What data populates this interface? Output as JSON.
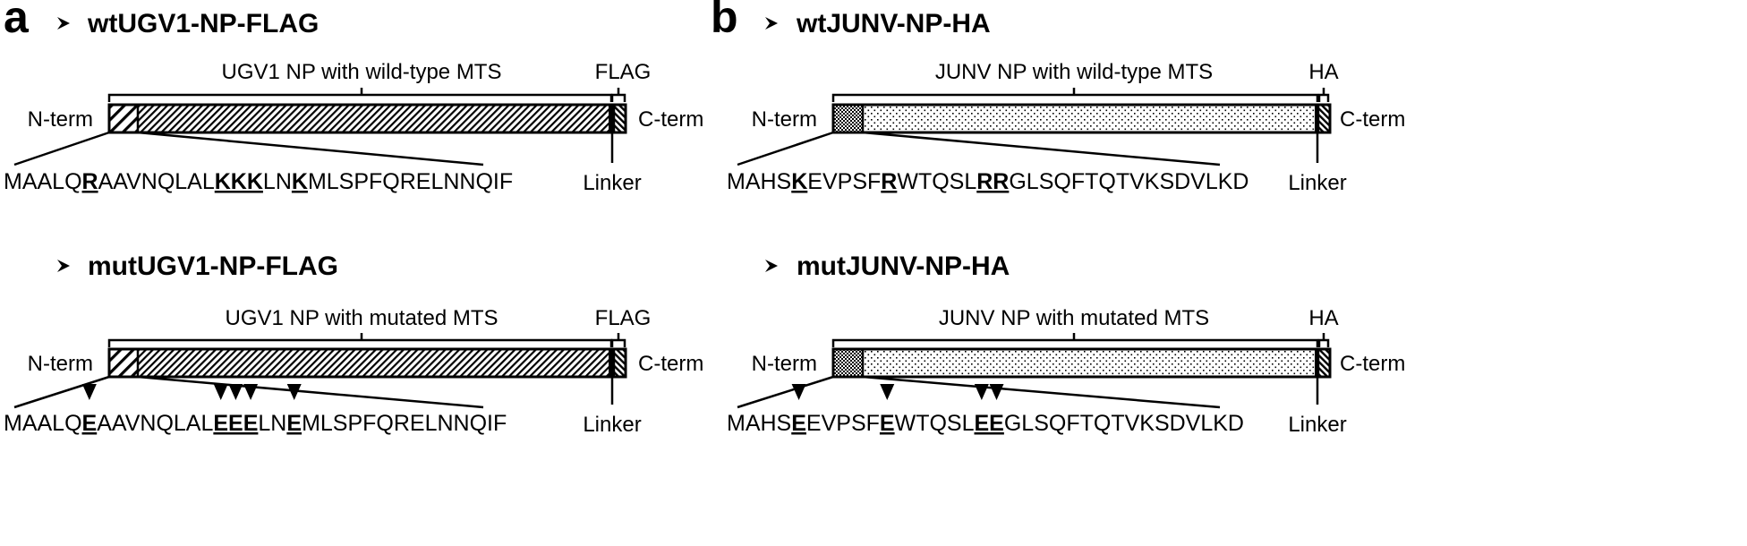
{
  "panels": [
    {
      "letter": "a",
      "constructs": [
        {
          "name": "wtUGV1-NP-FLAG",
          "np_label": "UGV1 NP with wild-type MTS",
          "tag_label": "FLAG",
          "linker_label": "Linker",
          "n_term": "N-term",
          "c_term": "C-term",
          "mts_pattern": "hatch-wide",
          "np_pattern": "hatch-dense",
          "sequence": [
            {
              "text": "MAALQ",
              "hl": false
            },
            {
              "text": "R",
              "hl": true
            },
            {
              "text": "AAVNQLAL",
              "hl": false
            },
            {
              "text": "KKK",
              "hl": true
            },
            {
              "text": "LN",
              "hl": false
            },
            {
              "text": "K",
              "hl": true
            },
            {
              "text": "MLSPFQRELNNQIF",
              "hl": false
            }
          ],
          "mutation_markers": false
        },
        {
          "name": "mutUGV1-NP-FLAG",
          "np_label": "UGV1 NP with mutated MTS",
          "tag_label": "FLAG",
          "linker_label": "Linker",
          "n_term": "N-term",
          "c_term": "C-term",
          "mts_pattern": "hatch-wide",
          "np_pattern": "hatch-dense",
          "sequence": [
            {
              "text": "MAALQ",
              "hl": false
            },
            {
              "text": "E",
              "hl": true
            },
            {
              "text": "AAVNQLAL",
              "hl": false
            },
            {
              "text": "EEE",
              "hl": true
            },
            {
              "text": "LN",
              "hl": false
            },
            {
              "text": "E",
              "hl": true
            },
            {
              "text": "MLSPFQRELNNQIF",
              "hl": false
            }
          ],
          "mutation_markers": true
        }
      ]
    },
    {
      "letter": "b",
      "constructs": [
        {
          "name": "wtJUNV-NP-HA",
          "np_label": "JUNV NP with wild-type MTS",
          "tag_label": "HA",
          "linker_label": "Linker",
          "n_term": "N-term",
          "c_term": "C-term",
          "mts_pattern": "dots-dense",
          "np_pattern": "dots-sparse",
          "sequence": [
            {
              "text": "MAHS",
              "hl": false
            },
            {
              "text": "K",
              "hl": true
            },
            {
              "text": "EVPSF",
              "hl": false
            },
            {
              "text": "R",
              "hl": true
            },
            {
              "text": "WTQSL",
              "hl": false
            },
            {
              "text": "RR",
              "hl": true
            },
            {
              "text": "GLSQFTQTVKSDVLKD",
              "hl": false
            }
          ],
          "mutation_markers": false
        },
        {
          "name": "mutJUNV-NP-HA",
          "np_label": "JUNV NP with mutated MTS",
          "tag_label": "HA",
          "linker_label": "Linker",
          "n_term": "N-term",
          "c_term": "C-term",
          "mts_pattern": "dots-dense",
          "np_pattern": "dots-sparse",
          "sequence": [
            {
              "text": "MAHS",
              "hl": false
            },
            {
              "text": "E",
              "hl": true
            },
            {
              "text": "EVPSF",
              "hl": false
            },
            {
              "text": "E",
              "hl": true
            },
            {
              "text": "WTQSL",
              "hl": false
            },
            {
              "text": "EE",
              "hl": true
            },
            {
              "text": "GLSQFTQTVKSDVLKD",
              "hl": false
            }
          ],
          "mutation_markers": true
        }
      ]
    }
  ],
  "colors": {
    "ink": "#000000",
    "background": "#ffffff"
  }
}
